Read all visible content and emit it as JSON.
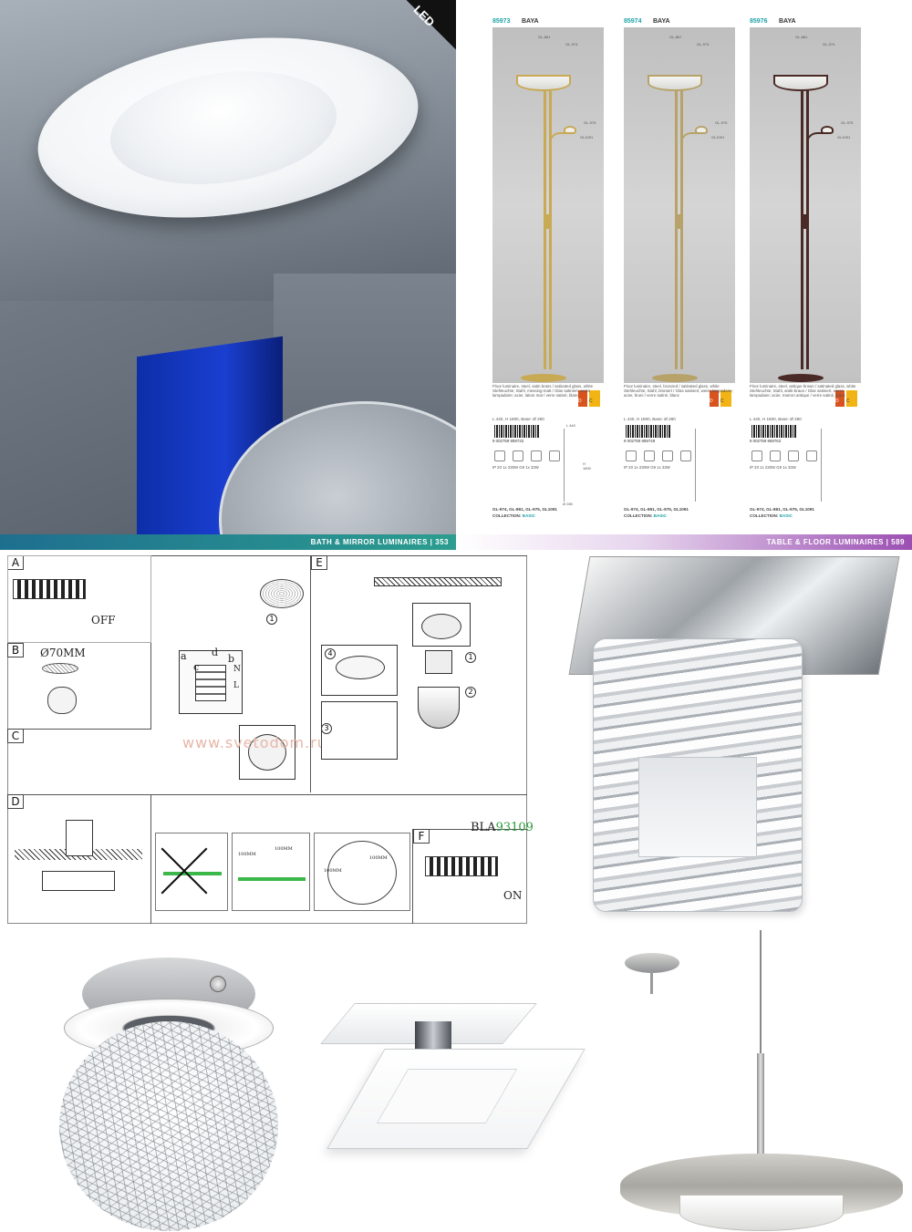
{
  "hero": {
    "badge": "LED",
    "footer_section": "BATH & MIRROR LUMINAIRES",
    "footer_page": "353"
  },
  "catalog": {
    "columns": [
      {
        "code": "85973",
        "name": "BAYA",
        "callout_top": "GL-861",
        "callout_top2": "GL-974",
        "callout_mid": "GL-975",
        "callout_low": "GL1091",
        "desc": "Floor luminaire, steel, satin brass / satinated glass, white Stehleuchte; Stahl, messing-matt / Glas satiniert, weiss lampadaire; acier, laiton mat / verre satiné, blanc",
        "dims": "L 440, H 1800, Base: Ø 280",
        "ean": "9 002759 859732",
        "specs": "IP 20   1x 230W   G9   1x 33W",
        "bulbs": "GL-974, GL-861, GL-975, GL1091",
        "collection_label": "COLLECTION:",
        "collection_value": "BASIC",
        "stand_color": "#c8a954",
        "energy_a": "D",
        "energy_b": "C"
      },
      {
        "code": "85974",
        "name": "BAYA",
        "callout_top": "GL-867",
        "callout_top2": "GL-974",
        "callout_mid": "GL-975",
        "callout_low": "GL1091",
        "desc": "Floor luminaire, steel, bronzed / satinated glass, white Stehleuchte; Stahl, brüniert / Glas satiniert, weiss lampadaire; acier, bruni / verre satiné, blanc",
        "dims": "L 440, H 1800, Base: Ø 280",
        "ean": "9 002759 859749",
        "specs": "IP 20   1x 230W   G9   1x 33W",
        "bulbs": "GL-974, GL-861, GL-975, GL1091",
        "collection_label": "COLLECTION:",
        "collection_value": "BASIC",
        "stand_color": "#b7a36a",
        "energy_a": "D",
        "energy_b": "C"
      },
      {
        "code": "85976",
        "name": "BAYA",
        "callout_top": "GL-861",
        "callout_top2": "GL-974",
        "callout_mid": "GL-975",
        "callout_low": "GL1091",
        "desc": "Floor luminaire, steel, antique brown / satinated glass, white Stehleuchte; Stahl, antik-braun / Glas satiniert, weiss lampadaire; acier, marron antique / verre satiné, blanc",
        "dims": "L 440, H 1800, Base: Ø 280",
        "ean": "9 002759 859763",
        "specs": "IP 20   1x 230W   G9   1x 33W",
        "bulbs": "GL-974, GL-861, GL-975, GL1091",
        "collection_label": "COLLECTION:",
        "collection_value": "BASIC",
        "stand_color": "#4a2a26",
        "energy_a": "D",
        "energy_b": "C"
      }
    ],
    "dim_label_l": "L 440",
    "dim_label_h": "H 1800",
    "dim_label_base": "Ø 280",
    "footer_section": "TABLE & FLOOR LUMINAIRES",
    "footer_page": "589"
  },
  "instructions": {
    "steps": [
      "A",
      "B",
      "C",
      "D",
      "E",
      "F"
    ],
    "off_label": "OFF",
    "on_label": "ON",
    "hole_label": "Ø70MM",
    "wiring_a": "a",
    "wiring_b": "b",
    "wiring_c": "c",
    "wiring_d": "d",
    "wiring_n": "N",
    "wiring_l": "L",
    "clearance_1": "100MM",
    "clearance_2": "100MM",
    "clearance_3": "100MM",
    "clearance_4": "100MM",
    "step_1": "1",
    "step_2": "2",
    "step_3": "3",
    "step_4": "4",
    "watermark": "www.svetodom.ru",
    "model_prefix": "BLA",
    "model_number": "93109"
  }
}
